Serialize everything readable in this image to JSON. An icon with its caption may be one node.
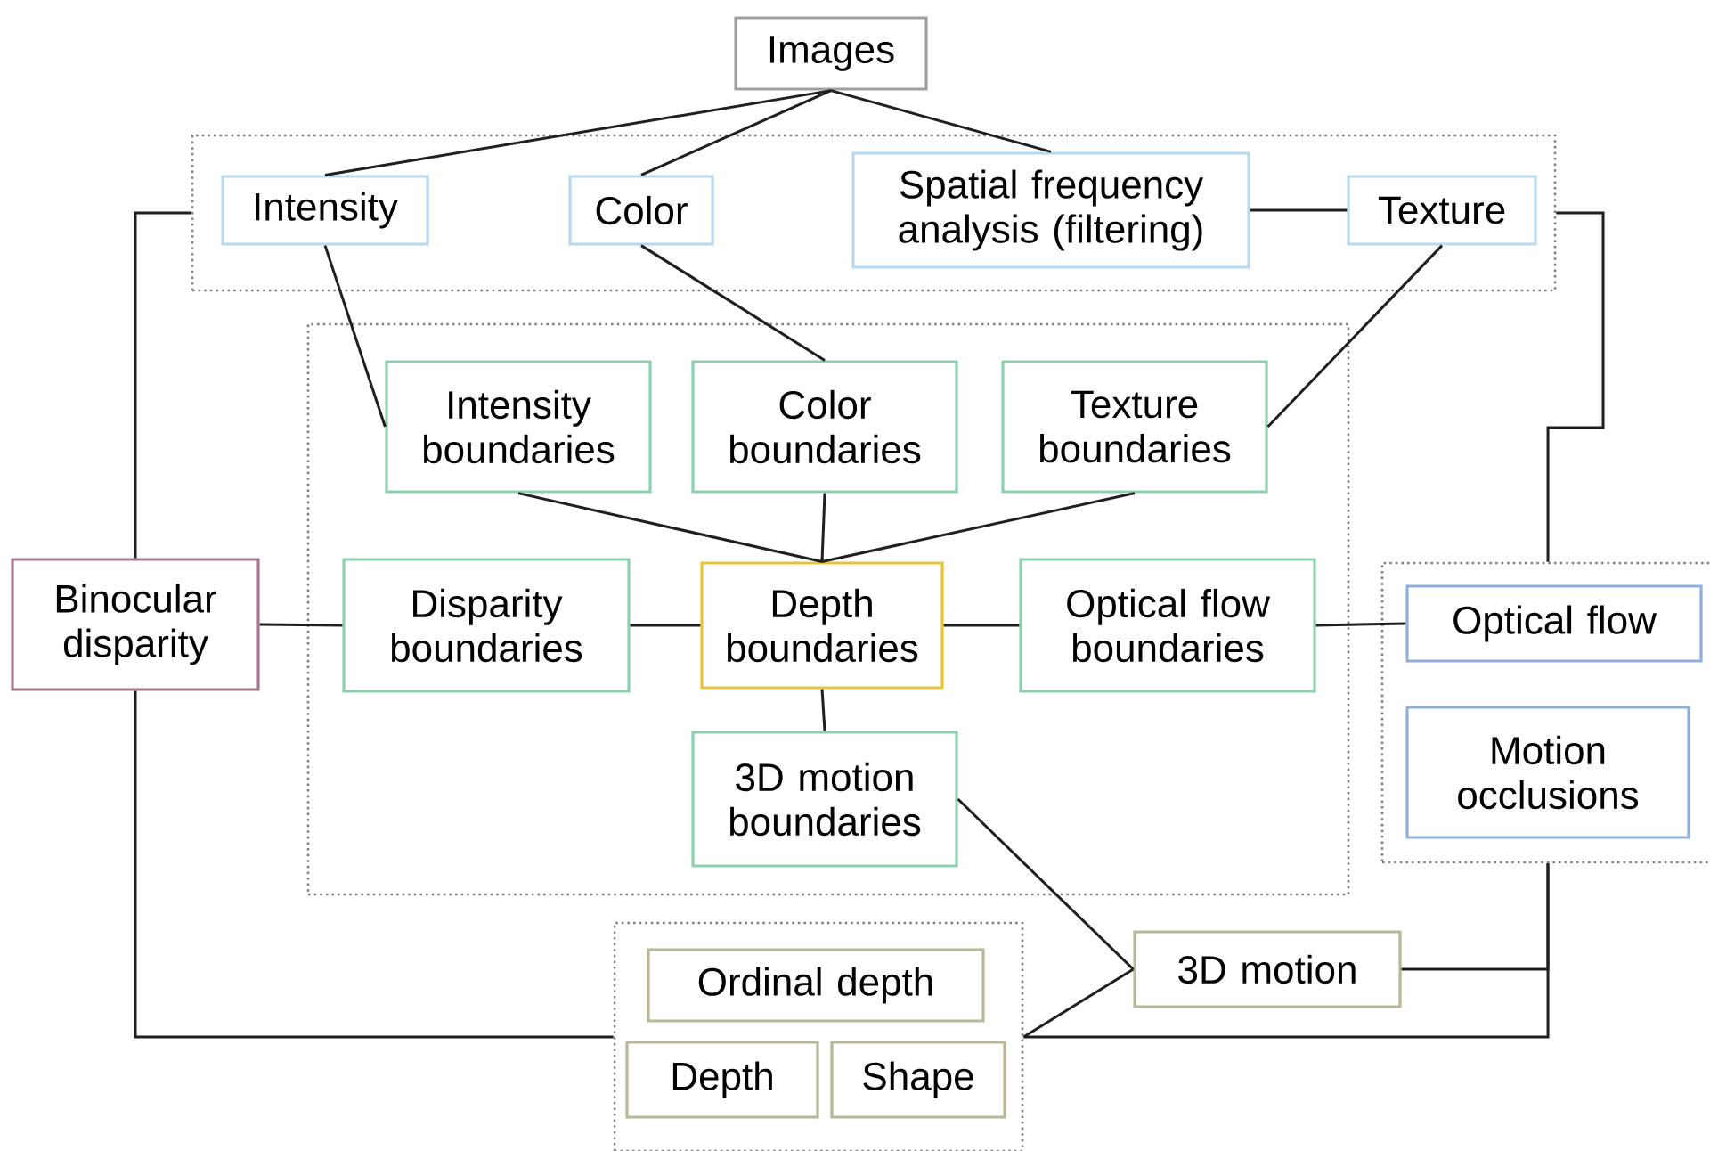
{
  "diagram": {
    "nodes": [
      {
        "text": [
          "Images"
        ]
      },
      {
        "text": [],
        "shape": "box"
      },
      {
        "text": [
          "Intensity"
        ],
        "in": 1
      },
      {
        "text": [
          "Color"
        ],
        "in": 1
      },
      {
        "text": [
          "Spatial frequency analysis (filtering)"
        ],
        "in": 1
      },
      {
        "text": [
          "Texture"
        ],
        "in": 1
      },
      {
        "text": [],
        "shape": "box"
      },
      {
        "text": [
          "Intensity boundaries"
        ],
        "in": 6
      },
      {
        "text": [
          "Color boundaries"
        ],
        "in": 6
      },
      {
        "text": [
          "Texture boundaries"
        ],
        "in": 6
      },
      {
        "text": [
          "Binocular disparity"
        ]
      },
      {
        "text": [
          "Disparity boundaries"
        ],
        "in": 6
      },
      {
        "text": [
          "Depth boundaries"
        ],
        "in": 6
      },
      {
        "text": [
          "Optical flow boundaries"
        ],
        "in": 6
      },
      {
        "text": [],
        "shape": "box"
      },
      {
        "text": [
          "Optical flow"
        ],
        "in": 14
      },
      {
        "text": [
          "Motion occlusions"
        ],
        "in": 14
      },
      {
        "text": [
          "3D motion boundaries"
        ],
        "in": 6
      },
      {
        "text": [],
        "shape": "box"
      },
      {
        "text": [
          "Ordinal depth"
        ],
        "in": 18
      },
      {
        "text": [
          "Depth"
        ],
        "in": 18
      },
      {
        "text": [
          "Shape"
        ],
        "in": 18
      },
      {
        "text": [
          "3D motion"
        ]
      }
    ],
    "edges": [
      {
        "from": 0,
        "to": 2,
        "arrow": "none"
      },
      {
        "from": 0,
        "to": 3,
        "arrow": "none"
      },
      {
        "from": 0,
        "to": 4,
        "arrow": "none"
      },
      {
        "from": 4,
        "to": 5,
        "arrow": "none"
      },
      {
        "from": 2,
        "to": 7,
        "arrow": "none"
      },
      {
        "from": 3,
        "to": 8,
        "arrow": "none"
      },
      {
        "from": 5,
        "to": 9,
        "arrow": "none"
      },
      {
        "from": 7,
        "to": 12,
        "arrow": "none"
      },
      {
        "from": 8,
        "to": 12,
        "arrow": "none"
      },
      {
        "from": 9,
        "to": 12,
        "arrow": "none"
      },
      {
        "from": 10,
        "to": 11,
        "arrow": "none"
      },
      {
        "from": 11,
        "to": 12,
        "arrow": "none"
      },
      {
        "from": 12,
        "to": 13,
        "arrow": "none"
      },
      {
        "from": 13,
        "to": 15,
        "arrow": "none"
      },
      {
        "from": 12,
        "to": 17,
        "arrow": "none"
      },
      {
        "from": 17,
        "to": 22,
        "arrow": "none"
      },
      {
        "from": 22,
        "to": 18,
        "arrow": "none"
      },
      {
        "from": 10,
        "to": 1,
        "arrow": "none"
      },
      {
        "from": 1,
        "to": 14,
        "arrow": "none"
      },
      {
        "from": 10,
        "to": 18,
        "arrow": "none"
      },
      {
        "from": 14,
        "to": 18,
        "arrow": "none"
      },
      {
        "from": 22,
        "to": 14,
        "arrow": "none"
      }
    ]
  }
}
